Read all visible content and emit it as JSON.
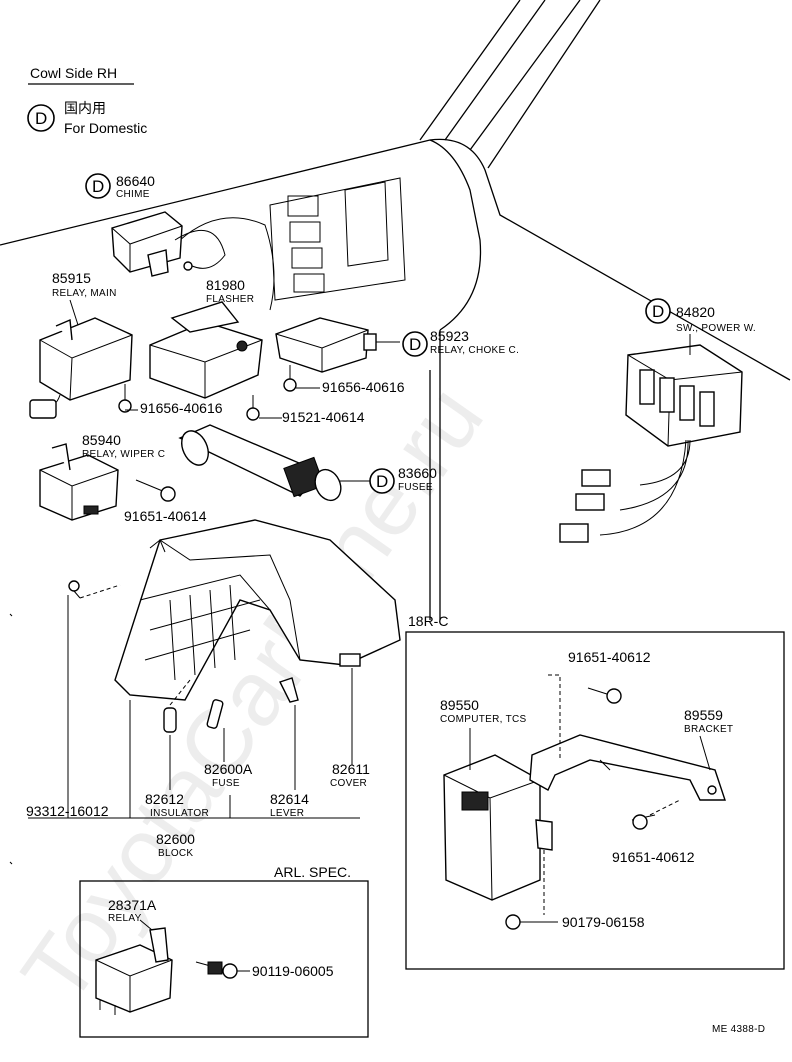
{
  "header": {
    "location": "Cowl Side RH",
    "domestic_jp": "国内用",
    "domestic_en": "For Domestic",
    "domestic_marker": "D"
  },
  "watermark": "ToyotaCarMine.ru",
  "parts": {
    "chime": {
      "number": "86640",
      "name": "CHIME"
    },
    "relay_main": {
      "number": "85915",
      "name": "RELAY, MAIN"
    },
    "flasher": {
      "number": "81980",
      "name": "FLASHER"
    },
    "relay_choke": {
      "number": "85923",
      "name": "RELAY, CHOKE C."
    },
    "power_window_sw": {
      "number": "84820",
      "name": "SW., POWER W."
    },
    "bolt_a": {
      "number": "91656-40616"
    },
    "bolt_b": {
      "number": "91656-40616"
    },
    "bolt_c": {
      "number": "91521-40614"
    },
    "relay_wiper": {
      "number": "85940",
      "name": "RELAY, WIPER C"
    },
    "fusee": {
      "number": "83660",
      "name": "FUSEE"
    },
    "bolt_d": {
      "number": "91651-40614"
    },
    "screw_block": {
      "number": "93312-16012"
    },
    "insulator": {
      "number": "82612",
      "name": "INSULATOR"
    },
    "fuse": {
      "number": "82600A",
      "name": "FUSE"
    },
    "lever": {
      "number": "82614",
      "name": "LEVER"
    },
    "cover": {
      "number": "82611",
      "name": "COVER"
    },
    "block": {
      "number": "82600",
      "name": "BLOCK"
    }
  },
  "tcs_box": {
    "title": "18R-C",
    "computer": {
      "number": "89550",
      "name": "COMPUTER, TCS"
    },
    "bracket": {
      "number": "89559",
      "name": "BRACKET"
    },
    "bolt_top": {
      "number": "91651-40612"
    },
    "bolt_right": {
      "number": "91651-40612"
    },
    "nut": {
      "number": "90179-06158"
    }
  },
  "arl_box": {
    "title": "ARL. SPEC.",
    "relay": {
      "number": "28371A",
      "name": "RELAY"
    },
    "bolt": {
      "number": "90119-06005"
    }
  },
  "footer_code": "ME 4388-D"
}
